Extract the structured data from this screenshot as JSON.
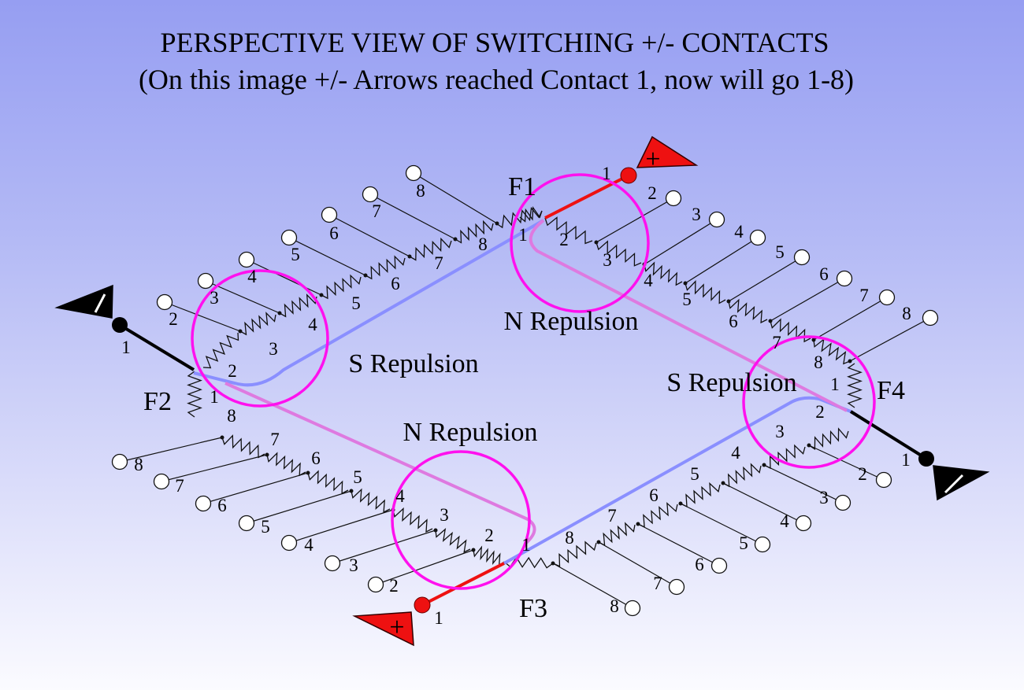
{
  "title": {
    "line1": "PERSPECTIVE VIEW OF SWITCHING +/- CONTACTS",
    "line2": "(On this image +/- Arrows reached Contact 1, now will go 1-8)"
  },
  "colors": {
    "plus_track": "#ee1111",
    "minus_track": "#000000",
    "blue_track": "#8a8fff",
    "pink_track": "#de7ae0",
    "repulsion_circle": "#ff11ee"
  },
  "contacts": [
    "1",
    "2",
    "3",
    "4",
    "5",
    "6",
    "7",
    "8"
  ],
  "switches": [
    {
      "name": "F1"
    },
    {
      "name": "F2"
    },
    {
      "name": "F3"
    },
    {
      "name": "F4"
    }
  ],
  "repulsion_labels": {
    "n_top": "N Repulsion",
    "s_left": "S Repulsion",
    "n_bottom": "N Repulsion",
    "s_right": "S Repulsion"
  },
  "terminals": {
    "plus_top": {
      "symbol": "+",
      "contact": "1"
    },
    "plus_bottom": {
      "symbol": "+",
      "contact": "1"
    },
    "minus_left": {
      "symbol": "–",
      "contact": "1"
    },
    "minus_right": {
      "symbol": "–",
      "contact": "1"
    }
  }
}
